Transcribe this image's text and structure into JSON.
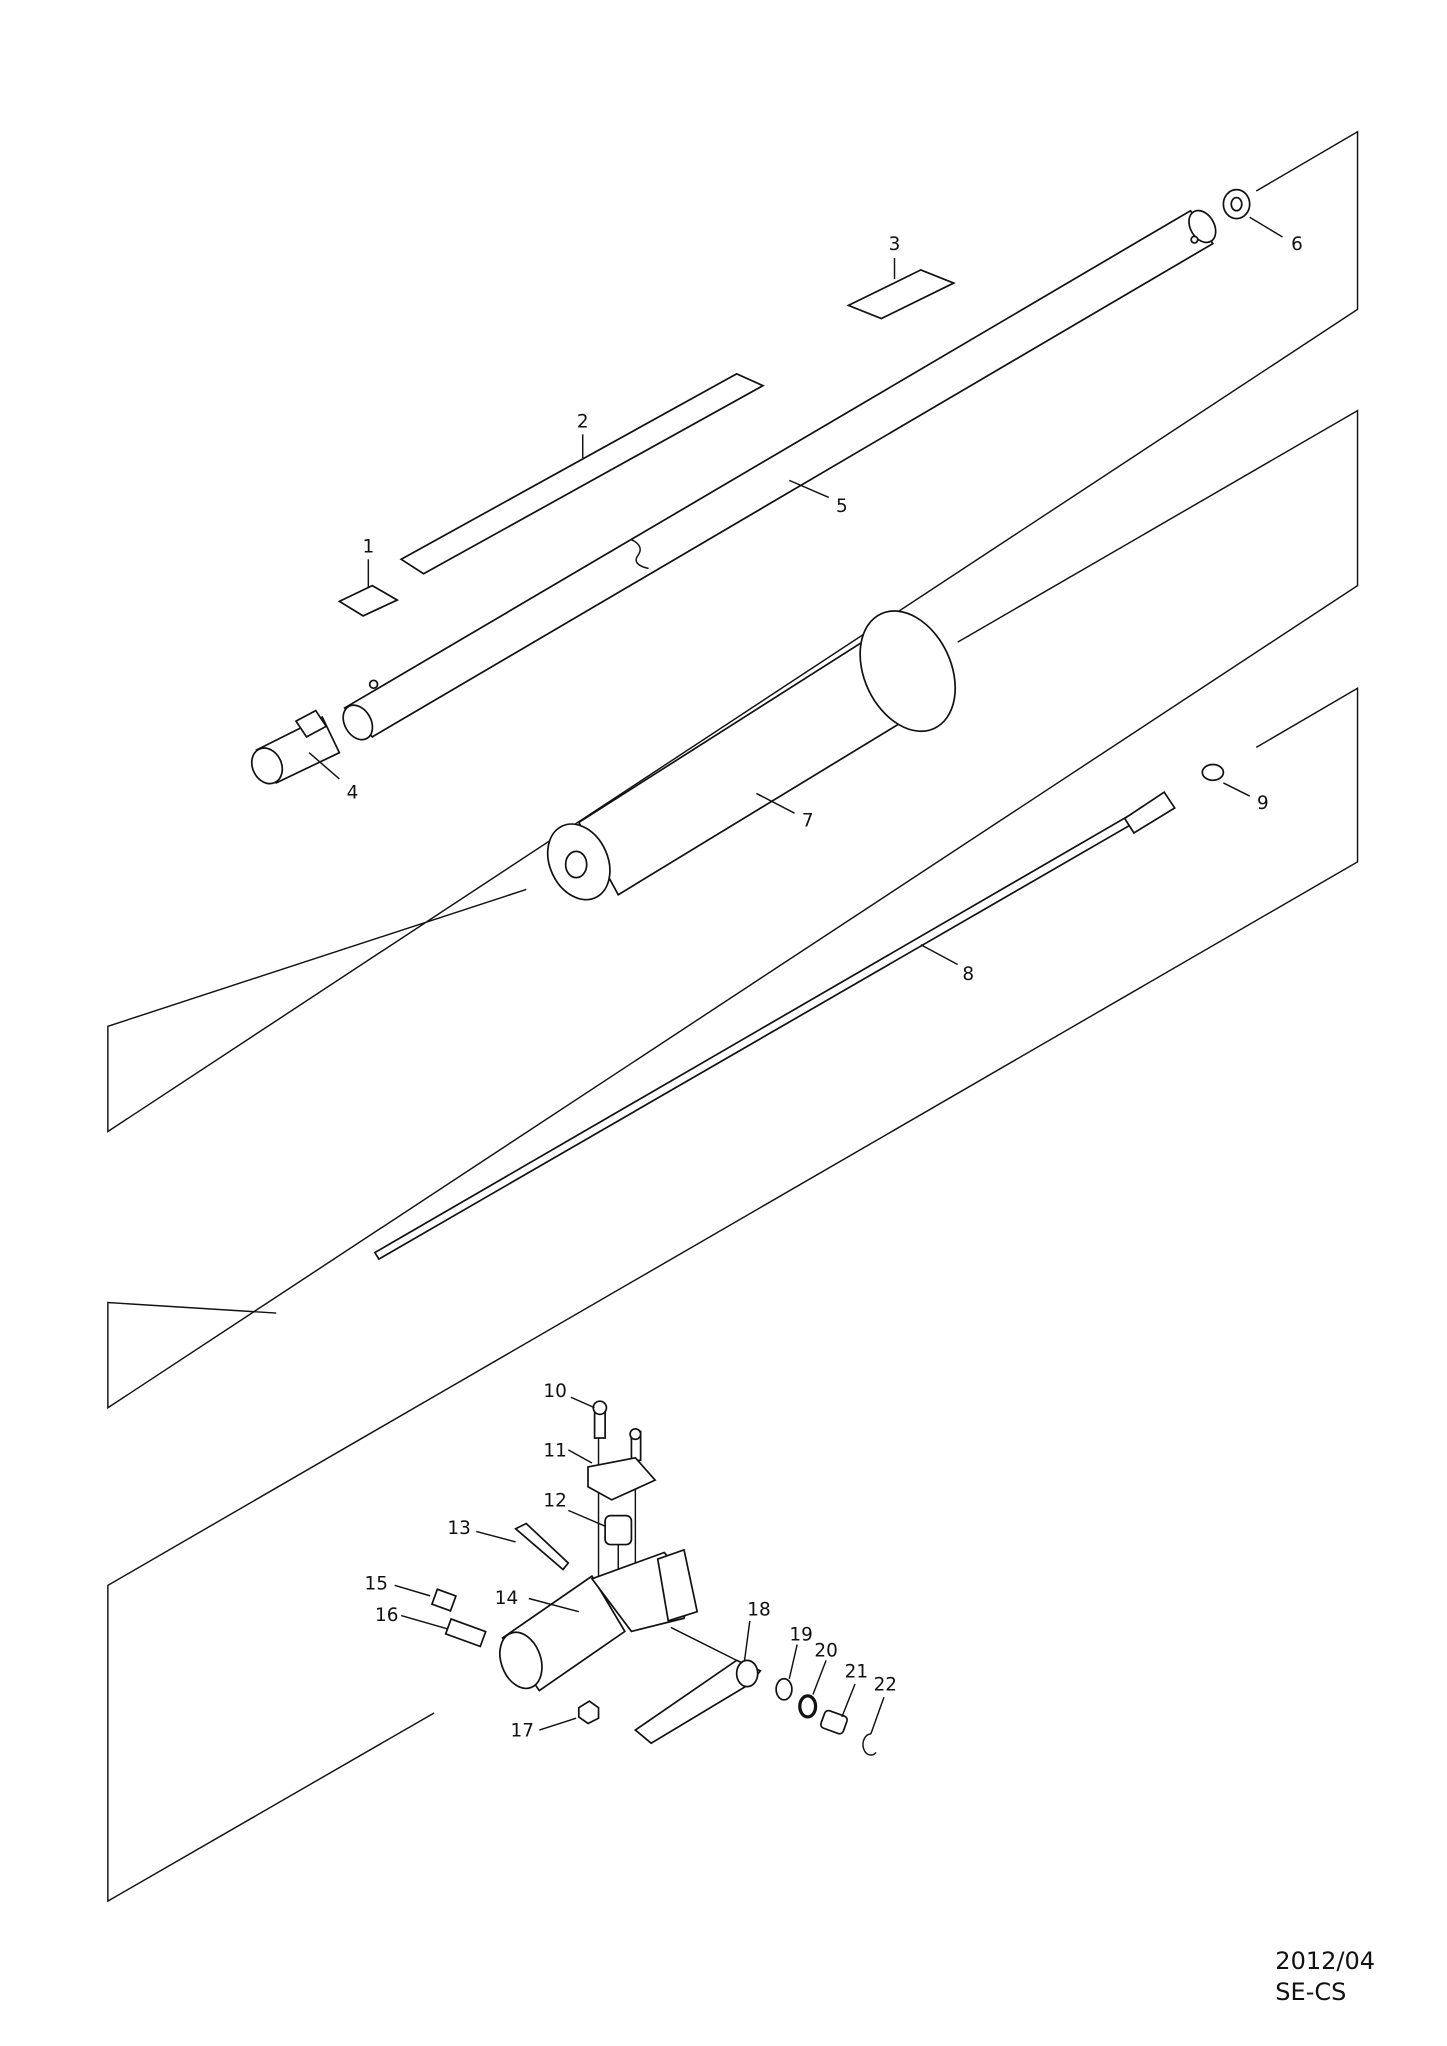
{
  "labels": {
    "p1": "1",
    "p2": "2",
    "p3": "3",
    "p4": "4",
    "p5": "5",
    "p6": "6",
    "p7": "7",
    "p8": "8",
    "p9": "9",
    "p10": "10",
    "p11": "11",
    "p12": "12",
    "p13": "13",
    "p14": "14",
    "p15": "15",
    "p16": "16",
    "p17": "17",
    "p18": "18",
    "p19": "19",
    "p20": "20",
    "p21": "21",
    "p22": "22"
  },
  "footer": {
    "date": "2012/04",
    "code": "SE-CS"
  }
}
